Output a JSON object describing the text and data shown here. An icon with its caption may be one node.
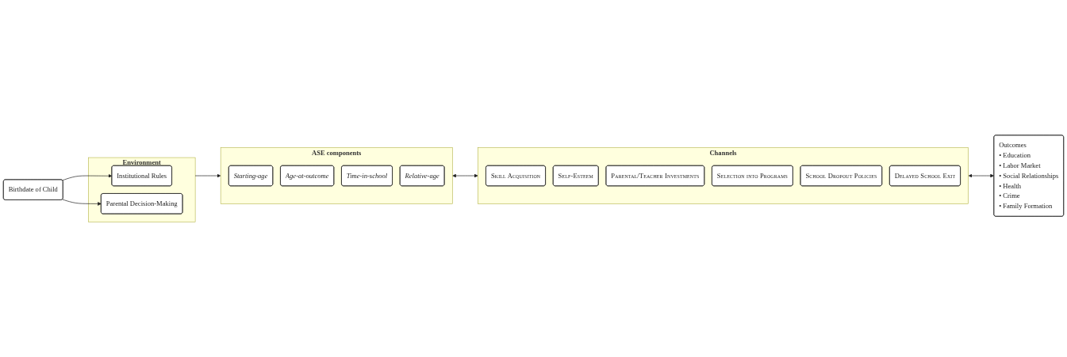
{
  "diagram": {
    "nodes": [
      {
        "text": [
          "Birthdate of Child"
        ]
      },
      {
        "text": [
          "Environment"
        ]
      },
      {
        "text": [
          "Institutional Rules"
        ],
        "in": 1
      },
      {
        "text": [
          "Parental Decision-Making"
        ],
        "in": 1
      },
      {
        "text": [
          "ASE components"
        ]
      },
      {
        "text": [
          "Starting-age"
        ],
        "in": 4
      },
      {
        "text": [
          "Age-at-outcome"
        ],
        "in": 4
      },
      {
        "text": [
          "Time-in-school"
        ],
        "in": 4
      },
      {
        "text": [
          "Relative-age"
        ],
        "in": 4
      },
      {
        "text": [
          "Channels"
        ]
      },
      {
        "text": [
          "Skill Acquisition"
        ],
        "in": 9
      },
      {
        "text": [
          "Self-Esteem"
        ],
        "in": 9
      },
      {
        "text": [
          "Parental/Teacher Investments"
        ],
        "in": 9
      },
      {
        "text": [
          "Selection into Programs"
        ],
        "in": 9
      },
      {
        "text": [
          "School Dropout Policies"
        ],
        "in": 9
      },
      {
        "text": [
          "Delayed School Exit"
        ],
        "in": 9
      },
      {
        "text": [
          "Outcomes",
          "• Education",
          "• Labor Market",
          "• Social Relationships",
          "• Health",
          "• Crime",
          "• Family Formation"
        ]
      }
    ],
    "edges": [
      {
        "from": 0,
        "to": 2,
        "arrow": "to"
      },
      {
        "from": 0,
        "to": 3,
        "arrow": "to"
      },
      {
        "from": 1,
        "to": 4,
        "arrow": "to"
      },
      {
        "from": 4,
        "to": 9,
        "arrow": "both"
      },
      {
        "from": 9,
        "to": 16,
        "arrow": "both"
      }
    ]
  }
}
